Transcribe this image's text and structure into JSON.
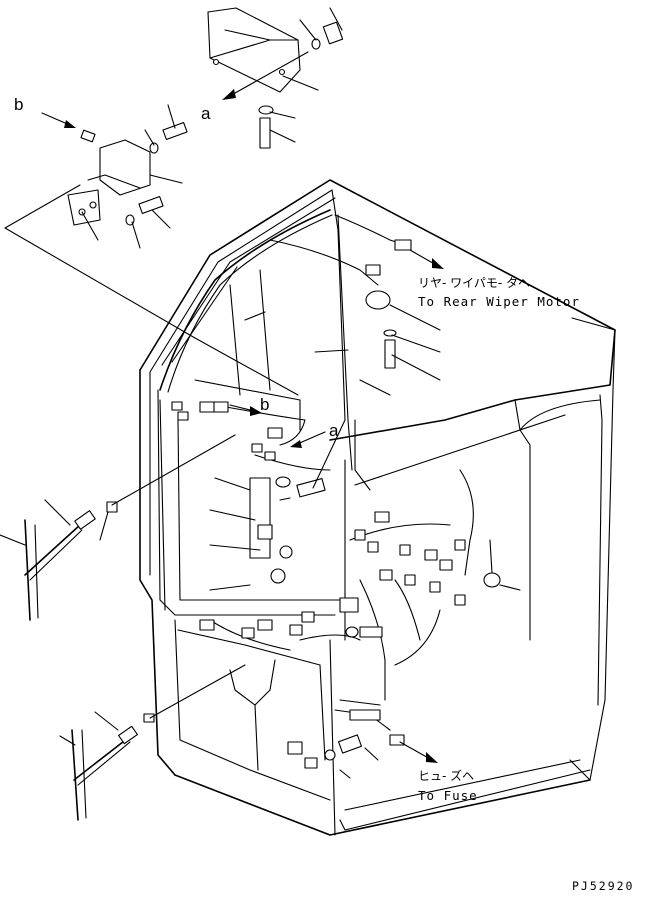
{
  "callouts": {
    "a_top": "a",
    "a_mid": "a",
    "b_top": "b",
    "b_mid": "b"
  },
  "notes": {
    "rear_wiper_jp": "リヤ- ワイパモ- タヘ",
    "rear_wiper_en": "To Rear Wiper Motor",
    "fuse_jp": "ヒュ- ズヘ",
    "fuse_en": "To Fuse"
  },
  "drawing_code": "PJ52920"
}
